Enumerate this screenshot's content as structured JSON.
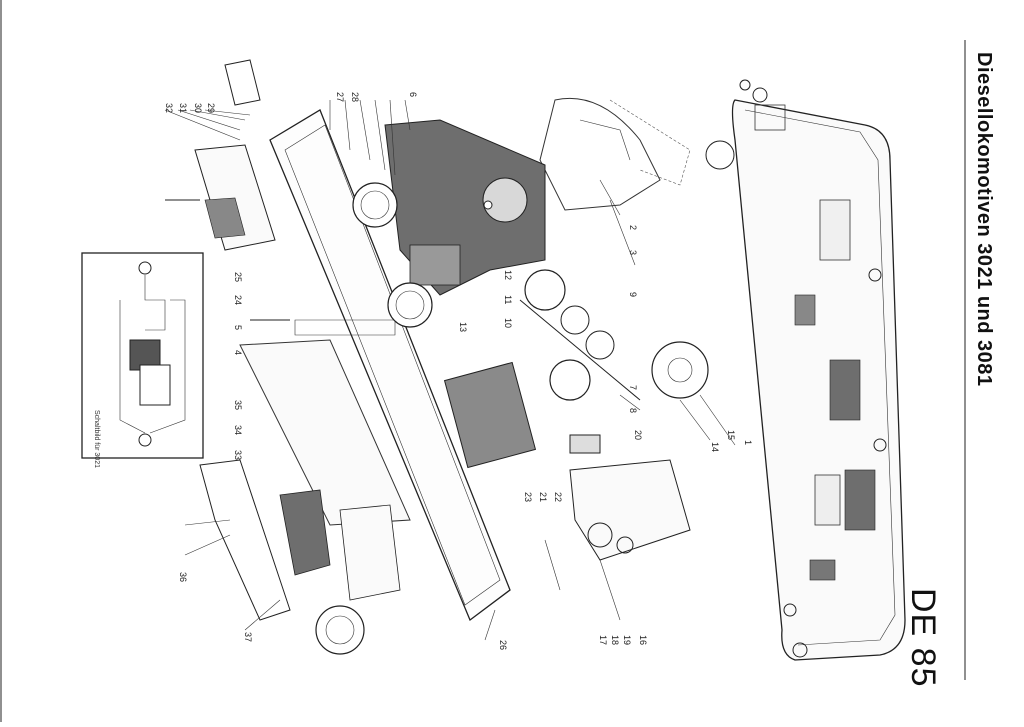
{
  "header": {
    "title": "Diesellokomotiven 3021 und 3081",
    "code": "DE 85"
  },
  "schematic": {
    "caption": "Schaltbild für 3021"
  },
  "callouts": [
    {
      "n": "1"
    },
    {
      "n": "2"
    },
    {
      "n": "3"
    },
    {
      "n": "4"
    },
    {
      "n": "5"
    },
    {
      "n": "6"
    },
    {
      "n": "7"
    },
    {
      "n": "8"
    },
    {
      "n": "9"
    },
    {
      "n": "10"
    },
    {
      "n": "11"
    },
    {
      "n": "12"
    },
    {
      "n": "13"
    },
    {
      "n": "14"
    },
    {
      "n": "15"
    },
    {
      "n": "16"
    },
    {
      "n": "17"
    },
    {
      "n": "18"
    },
    {
      "n": "19"
    },
    {
      "n": "20"
    },
    {
      "n": "21"
    },
    {
      "n": "22"
    },
    {
      "n": "23"
    },
    {
      "n": "24"
    },
    {
      "n": "25"
    },
    {
      "n": "26"
    },
    {
      "n": "27"
    },
    {
      "n": "28"
    },
    {
      "n": "29"
    },
    {
      "n": "30"
    },
    {
      "n": "31"
    },
    {
      "n": "32"
    },
    {
      "n": "33"
    },
    {
      "n": "34"
    },
    {
      "n": "35"
    },
    {
      "n": "36"
    },
    {
      "n": "37"
    }
  ],
  "colors": {
    "ink": "#222222",
    "paper": "#ffffff",
    "shade": "#6e6e6e"
  }
}
